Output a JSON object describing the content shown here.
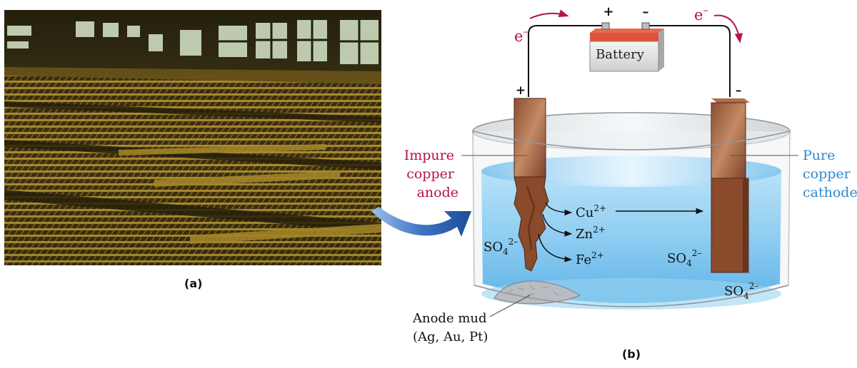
{
  "panel_a": {
    "caption": "(a)"
  },
  "panel_b": {
    "caption": "(b)"
  },
  "battery": {
    "label": "Battery",
    "plus": "+",
    "minus": "–"
  },
  "electron_flow": {
    "left": "e",
    "right": "e",
    "charge": "–"
  },
  "electrodes": {
    "anode_sign": "+",
    "cathode_sign": "–",
    "anode_label": [
      "Impure",
      "copper",
      "anode"
    ],
    "cathode_label": [
      "Pure",
      "copper",
      "cathode"
    ]
  },
  "ions": {
    "cu": {
      "base": "Cu",
      "charge": "2+"
    },
    "zn": {
      "base": "Zn",
      "charge": "2+"
    },
    "fe": {
      "base": "Fe",
      "charge": "2+"
    },
    "sulfate": {
      "base": "SO",
      "sub": "4",
      "charge": "2–"
    }
  },
  "anode_mud": {
    "line1": "Anode mud",
    "line2": "(Ag, Au, Pt)"
  },
  "colors": {
    "label_red": "#b5124e",
    "label_blue": "#2d8ad1",
    "solution": "#9fd4f4",
    "copper": "#8a4a2c",
    "arrow_blue": "#2c5fa8"
  }
}
